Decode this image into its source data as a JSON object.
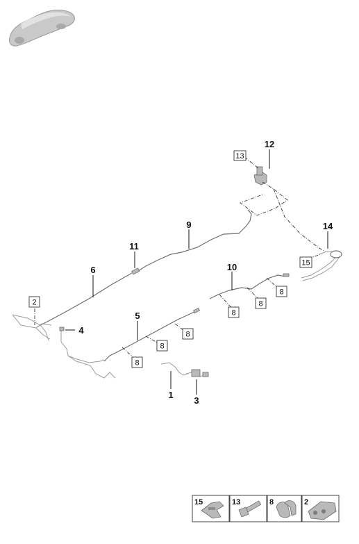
{
  "callouts": {
    "c1": "1",
    "c3": "3",
    "c4": "4",
    "c5": "5",
    "c6": "6",
    "c9": "9",
    "c10": "10",
    "c11": "11",
    "c12": "12",
    "c14": "14"
  },
  "boxed": {
    "b2": "2",
    "b8a": "8",
    "b8b": "8",
    "b8c": "8",
    "b8d": "8",
    "b8e": "8",
    "b13": "13",
    "b15": "15"
  },
  "legend": [
    {
      "num": "15",
      "icon": "clip-15-icon"
    },
    {
      "num": "13",
      "icon": "bolt-13-icon"
    },
    {
      "num": "8",
      "icon": "clip-8-icon"
    },
    {
      "num": "2",
      "icon": "holder-2-icon"
    }
  ]
}
